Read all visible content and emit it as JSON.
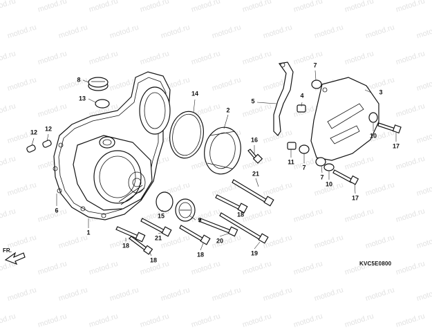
{
  "watermark_text": "motod.ru",
  "diagram_code": "KVC5E0800",
  "direction_label": "FR.",
  "callouts": [
    {
      "id": "p1",
      "label": "1"
    },
    {
      "id": "p2",
      "label": "2"
    },
    {
      "id": "p3",
      "label": "3"
    },
    {
      "id": "p4",
      "label": "4"
    },
    {
      "id": "p5",
      "label": "5"
    },
    {
      "id": "p6",
      "label": "6"
    },
    {
      "id": "p7a",
      "label": "7"
    },
    {
      "id": "p7b",
      "label": "7"
    },
    {
      "id": "p7c",
      "label": "7"
    },
    {
      "id": "p8",
      "label": "8"
    },
    {
      "id": "p9",
      "label": "9"
    },
    {
      "id": "p10a",
      "label": "10"
    },
    {
      "id": "p10b",
      "label": "10"
    },
    {
      "id": "p11",
      "label": "11"
    },
    {
      "id": "p12a",
      "label": "12"
    },
    {
      "id": "p12b",
      "label": "12"
    },
    {
      "id": "p13",
      "label": "13"
    },
    {
      "id": "p14",
      "label": "14"
    },
    {
      "id": "p15",
      "label": "15"
    },
    {
      "id": "p16",
      "label": "16"
    },
    {
      "id": "p17a",
      "label": "17"
    },
    {
      "id": "p17b",
      "label": "17"
    },
    {
      "id": "p18a",
      "label": "18"
    },
    {
      "id": "p18b",
      "label": "18"
    },
    {
      "id": "p18c",
      "label": "18"
    },
    {
      "id": "p18d",
      "label": "18"
    },
    {
      "id": "p19",
      "label": "19"
    },
    {
      "id": "p20",
      "label": "20"
    },
    {
      "id": "p21a",
      "label": "21"
    },
    {
      "id": "p21b",
      "label": "21"
    }
  ]
}
